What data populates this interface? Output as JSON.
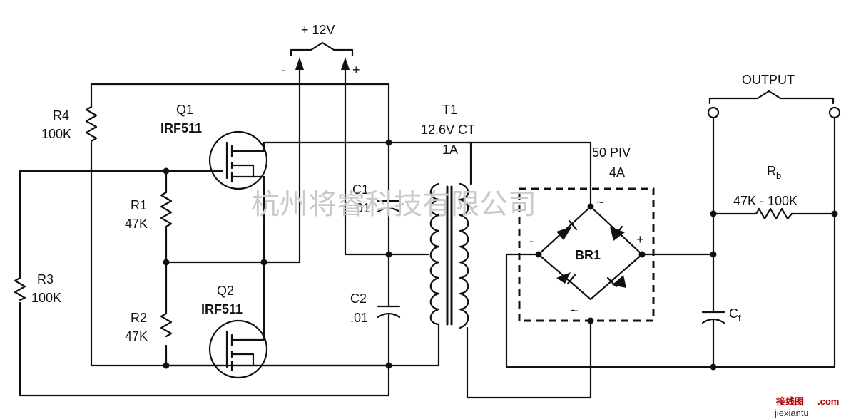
{
  "supply": {
    "label": "+ 12V",
    "minus": "-",
    "plus": "+"
  },
  "q1": {
    "ref": "Q1",
    "part": "IRF511"
  },
  "q2": {
    "ref": "Q2",
    "part": "IRF511"
  },
  "r1": {
    "ref": "R1",
    "value": "47K"
  },
  "r2": {
    "ref": "R2",
    "value": "47K"
  },
  "r3": {
    "ref": "R3",
    "value": "100K"
  },
  "r4": {
    "ref": "R4",
    "value": "100K"
  },
  "c1": {
    "ref": "C1",
    "value": ".01"
  },
  "c2": {
    "ref": "C2",
    "value": ".01"
  },
  "t1": {
    "ref": "T1",
    "spec": "12.6V CT",
    "current": "1A"
  },
  "bridge": {
    "ref": "BR1",
    "rating_v": "50 PIV",
    "rating_a": "4A",
    "ac": "~",
    "minus": "-",
    "plus": "+"
  },
  "rb": {
    "ref": "R",
    "sub": "b",
    "value": "47K - 100K"
  },
  "cf": {
    "ref": "C",
    "sub": "f"
  },
  "output": {
    "label": "OUTPUT"
  },
  "watermark": {
    "text": "杭州将睿科技有限公司",
    "site_cn": "接线图",
    "site_en": ".com",
    "site_url": "jiexiantu"
  }
}
